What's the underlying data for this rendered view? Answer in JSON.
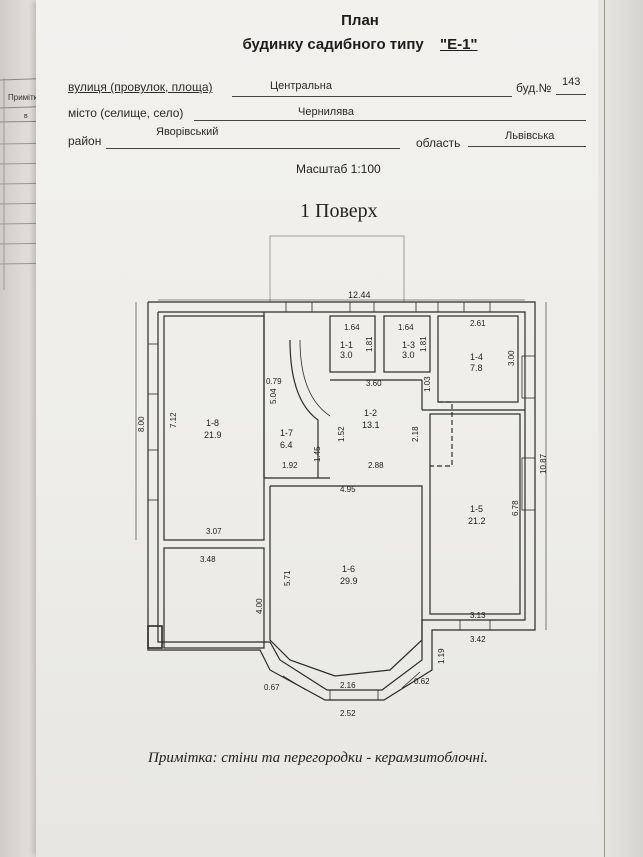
{
  "header": {
    "title": "План",
    "subtitle_prefix": "будинку садибного типу",
    "house_type": "\"Е-1\""
  },
  "address": {
    "street_label": "вулиця (провулок, площа)",
    "street_value": "Центральна",
    "house_no_label": "буд.№",
    "house_no_value": "143",
    "city_label": "місто (селище, село)",
    "city_value": "Чернилява",
    "district_label": "район",
    "district_value": "Яворівський",
    "region_label": "область",
    "region_value": "Львівська"
  },
  "scale": "Масштаб 1:100",
  "floor_title": "1 Поверх",
  "left_page_label": "Примітка",
  "left_page_mark": "в",
  "rooms": [
    {
      "id": "1-1",
      "area": "3.0"
    },
    {
      "id": "1-3",
      "area": "3.0"
    },
    {
      "id": "1-4",
      "area": "7.8"
    },
    {
      "id": "1-2",
      "area": "13.1"
    },
    {
      "id": "1-7",
      "area": "6.4"
    },
    {
      "id": "1-8",
      "area": "21.9"
    },
    {
      "id": "1-5",
      "area": "21.2"
    },
    {
      "id": "1-6",
      "area": "29.9"
    }
  ],
  "room_prefix": "1",
  "dimensions": [
    "12.44",
    "1.64",
    "1.64",
    "2.61",
    "1.81",
    "1.81",
    "3.60",
    "3.00",
    "0.79",
    "1.03",
    "5.04",
    "8.00",
    "7.12",
    "2.18",
    "1.45",
    "1.52",
    "1.92",
    "2.88",
    "10.87",
    "4.95",
    "6.78",
    "3.07",
    "3.48",
    "5.71",
    "4.00",
    "3.13",
    "3.42",
    "1.19",
    "0.67",
    "2.16",
    "0.62",
    "2.52"
  ],
  "note": "Примітка: стіни та перегородки -  керамзитоблочні."
}
